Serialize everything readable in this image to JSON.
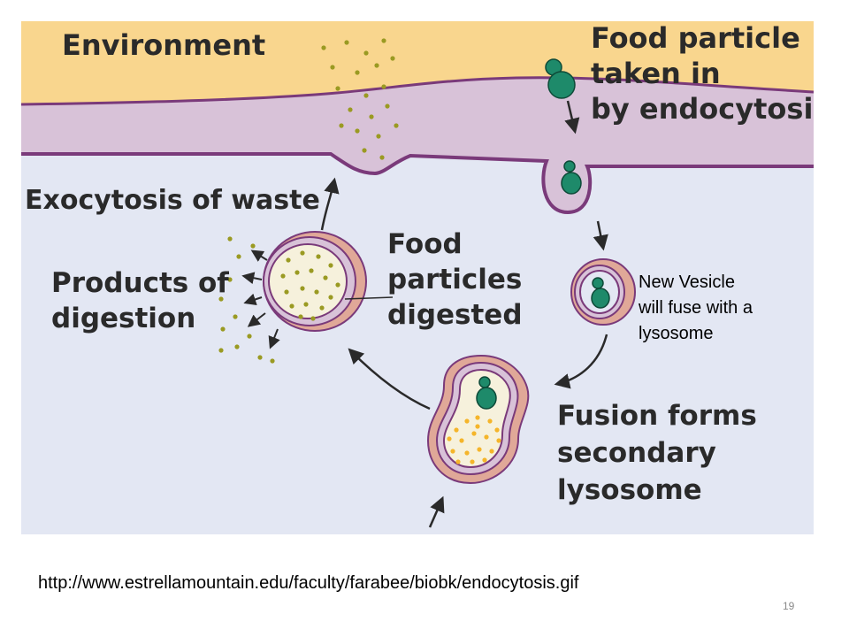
{
  "diagram": {
    "labels": {
      "environment": "Environment",
      "food_particle": [
        "Food particle",
        "taken in",
        "by endocytosis"
      ],
      "exocytosis": "Exocytosis of waste",
      "products": [
        "Products of",
        "digestion"
      ],
      "digested": [
        "Food",
        "particles",
        "digested"
      ],
      "fusion": [
        "Fusion forms",
        "secondary",
        "lysosome"
      ]
    },
    "colors": {
      "environment": "#f9d68e",
      "membrane": "#d8c2d8",
      "membrane_edge": "#7a3a7a",
      "cytoplasm": "#e3e7f3",
      "particle": "#1e8a6a",
      "waste_dots": "#9a9a22",
      "enzyme_dots": "#f5b52a",
      "vesicle_fill": "#e0a898"
    }
  },
  "annotation": {
    "lines": [
      "New Vesicle",
      "will fuse with a",
      "lysosome"
    ]
  },
  "source_url": "http://www.estrellamountain.edu/faculty/farabee/biobk/endocytosis.gif",
  "page_number": "19"
}
